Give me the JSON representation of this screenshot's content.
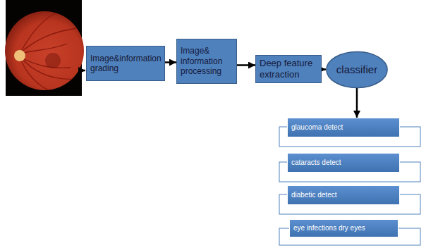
{
  "diagram": {
    "nodes": [
      {
        "text": [
          "Image&information grading"
        ]
      },
      {
        "text": [
          "Image& information processing"
        ]
      },
      {
        "text": [
          "Deep feature extraction"
        ]
      },
      {
        "text": [
          "classifier"
        ]
      },
      {
        "text": [
          "glaucoma detect"
        ]
      },
      {
        "text": [
          "cataracts detect"
        ]
      },
      {
        "text": [
          "diabetic detect"
        ]
      },
      {
        "text": [
          "eye infections dry eyes"
        ]
      }
    ],
    "edges": [
      {
        "from": 0,
        "to": 1,
        "arrow": "to"
      },
      {
        "from": 1,
        "to": 2,
        "arrow": "to"
      },
      {
        "from": 2,
        "to": 3,
        "arrow": "to"
      },
      {
        "from": 3,
        "to": 4,
        "arrow": "to"
      }
    ]
  }
}
